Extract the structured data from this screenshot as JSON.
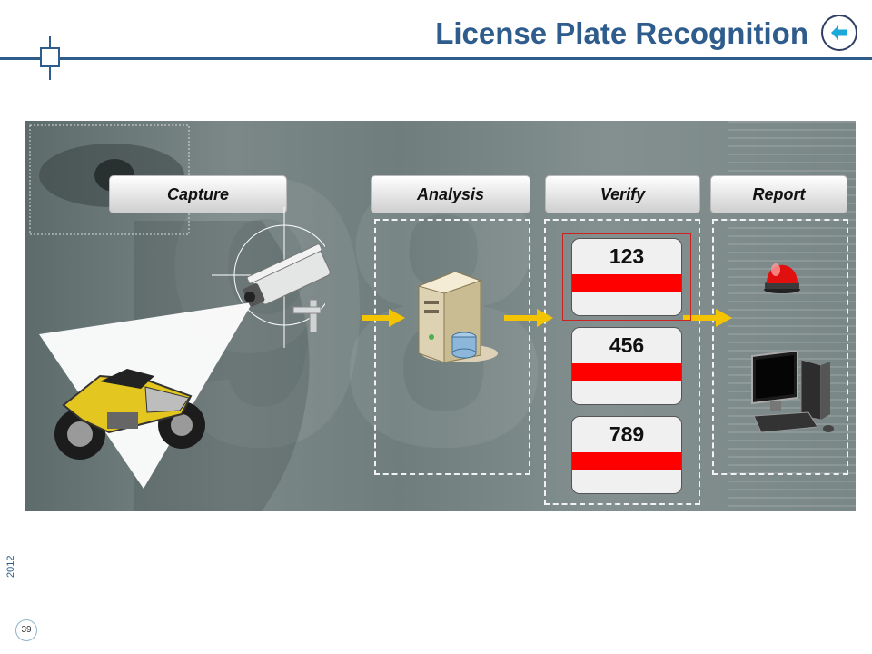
{
  "header": {
    "title": "License Plate Recognition",
    "back_icon": "back-arrow-icon"
  },
  "footer": {
    "year": "2012",
    "page_number": "39"
  },
  "colors": {
    "accent": "#2e5c8c",
    "plate_band": "#ff0000",
    "arrow": "#f5c400",
    "highlight": "#cc2222"
  },
  "diagram": {
    "stages": [
      {
        "label": "Capture"
      },
      {
        "label": "Analysis"
      },
      {
        "label": "Verify"
      },
      {
        "label": "Report"
      }
    ],
    "plates": [
      {
        "number": "123",
        "highlighted": true
      },
      {
        "number": "456",
        "highlighted": false
      },
      {
        "number": "789",
        "highlighted": false
      }
    ],
    "icons": [
      "camera-icon",
      "motorcycle-icon",
      "server-icon",
      "alarm-light-icon",
      "computer-icon"
    ]
  }
}
